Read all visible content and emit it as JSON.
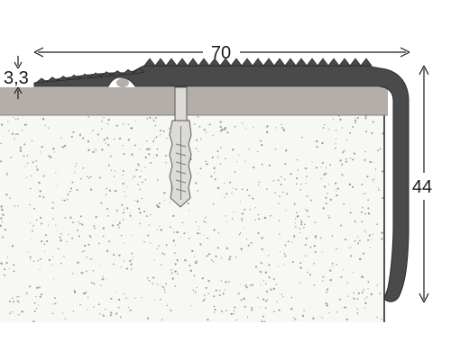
{
  "dimensions": {
    "width_label": "70",
    "height_label": "44",
    "thickness_label": "3,3"
  },
  "colors": {
    "profile": "#4a4a4a",
    "tread_surface": "#b4aeaa",
    "substrate": "#f7f7f4",
    "speckle": "#9a9a9a",
    "dowel": "#dddbd6",
    "line": "#1a1a1a"
  }
}
